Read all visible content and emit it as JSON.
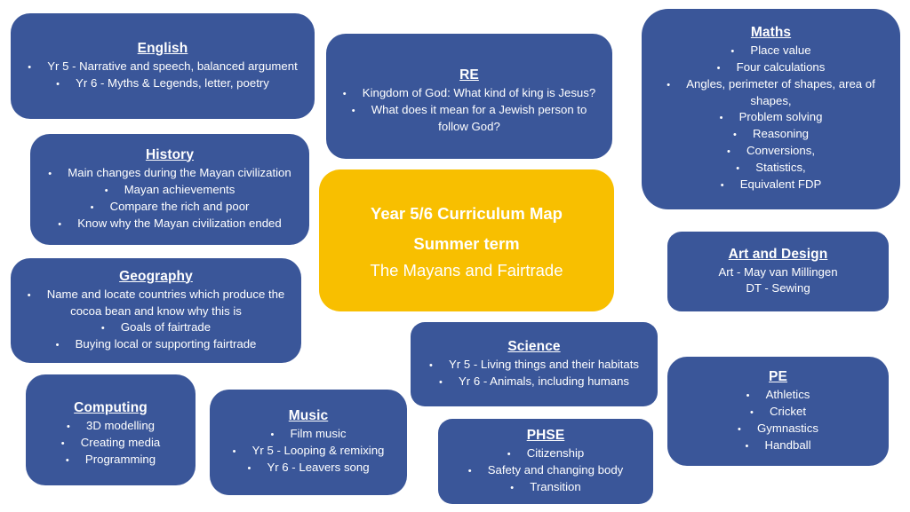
{
  "colors": {
    "box_blue": "#3A5699",
    "center_yellow": "#F8BF00",
    "text": "#FFFFFF",
    "background": "#FFFFFF"
  },
  "center": {
    "title": "Year 5/6 Curriculum Map",
    "term": "Summer term",
    "topic": "The Mayans and Fairtrade"
  },
  "subjects": {
    "english": {
      "title": "English",
      "items": [
        "Yr 5 - Narrative and speech, balanced argument",
        "Yr 6 -  Myths & Legends, letter, poetry"
      ]
    },
    "re": {
      "title": "RE",
      "items": [
        "Kingdom of God: What kind of king is Jesus?",
        "What does it mean for a Jewish person to follow God?"
      ]
    },
    "maths": {
      "title": "Maths",
      "items": [
        "Place value",
        "Four calculations",
        "Angles, perimeter of shapes, area of shapes,",
        "Problem solving",
        "Reasoning",
        "Conversions,",
        "Statistics,",
        "Equivalent FDP"
      ]
    },
    "history": {
      "title": "History",
      "items": [
        "Main changes during the Mayan civilization",
        "Mayan achievements",
        "Compare the rich and poor",
        "Know why the Mayan civilization ended"
      ]
    },
    "geography": {
      "title": "Geography",
      "items": [
        "Name and locate countries which produce the cocoa bean and know why this is",
        "Goals of fairtrade",
        "Buying local or supporting fairtrade"
      ]
    },
    "art": {
      "title": "Art and Design",
      "lines": [
        "Art - May van Millingen",
        "DT - Sewing"
      ]
    },
    "science": {
      "title": "Science",
      "items": [
        "Yr 5 - Living things and their habitats",
        "Yr 6 - Animals, including humans"
      ]
    },
    "pe": {
      "title": "PE",
      "items": [
        "Athletics",
        "Cricket",
        "Gymnastics",
        "Handball"
      ]
    },
    "computing": {
      "title": "Computing",
      "items": [
        "3D modelling",
        "Creating media",
        "Programming"
      ]
    },
    "music": {
      "title": "Music",
      "items": [
        "Film music",
        "Yr 5 - Looping & remixing",
        "Yr 6 - Leavers song"
      ]
    },
    "phse": {
      "title": "PHSE",
      "items": [
        "Citizenship",
        "Safety and changing body",
        "Transition"
      ]
    }
  },
  "bullet_glyph": "•"
}
